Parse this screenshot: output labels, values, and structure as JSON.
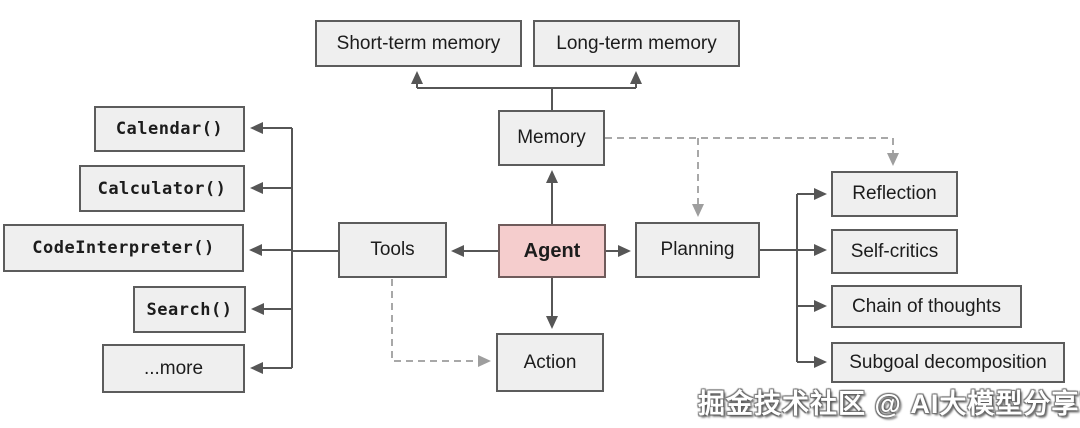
{
  "diagram": {
    "agent": {
      "label": "Agent"
    },
    "memory": {
      "label": "Memory",
      "short_term": "Short-term memory",
      "long_term": "Long-term memory"
    },
    "tools": {
      "label": "Tools",
      "items": [
        "Calendar()",
        "Calculator()",
        "CodeInterpreter()",
        "Search()",
        "...more"
      ]
    },
    "planning": {
      "label": "Planning",
      "items": [
        "Reflection",
        "Self-critics",
        "Chain of thoughts",
        "Subgoal decomposition"
      ]
    },
    "action": {
      "label": "Action"
    }
  },
  "watermark": "掘金技术社区 @ AI大模型分享营",
  "colors": {
    "node_fill": "#efefef",
    "node_border": "#5c5c5c",
    "agent_fill": "#f5cdcd",
    "agent_border": "#6f5b5b",
    "solid_line": "#565656",
    "dashed_line": "#a8a8a8"
  }
}
